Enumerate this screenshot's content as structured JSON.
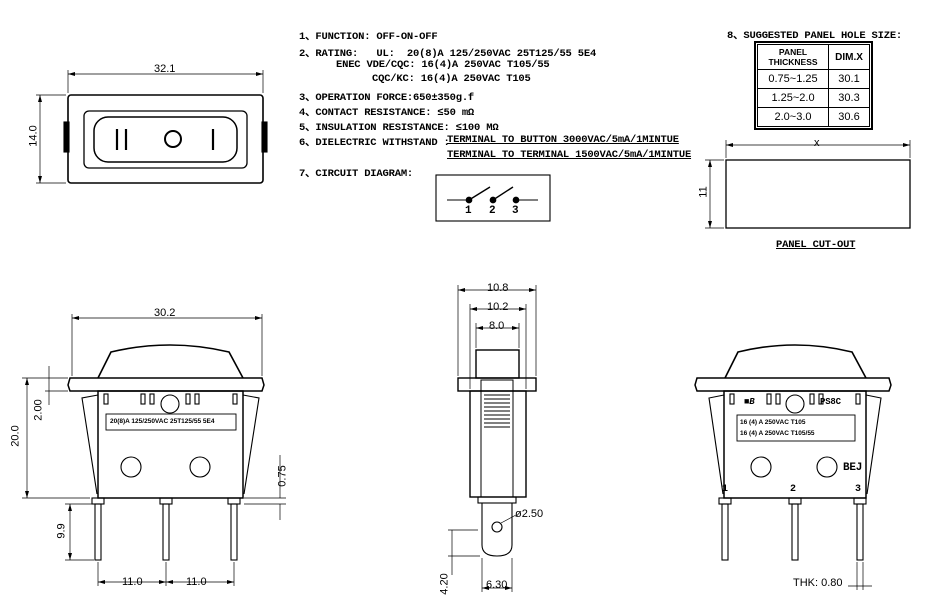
{
  "specs": {
    "function": "1、FUNCTION: OFF-ON-OFF",
    "rating_1": "2、RATING:   UL:  20(8)A 125/250VAC 25T125/55 5E4",
    "rating_2": "ENEC VDE/CQC: 16(4)A 250VAC T105/55",
    "rating_3": "CQC/KC: 16(4)A 250VAC T105",
    "operation_force": "3、OPERATION FORCE:650±350g.f",
    "contact_resistance": "4、CONTACT RESISTANCE: ≤50 mΩ",
    "insulation_resistance": "5、INSULATION RESISTANCE: ≤100 MΩ",
    "dielectric_label": "6、DIELECTRIC WITHSTAND :",
    "dielectric_1": "TERMINAL TO BUTTON 3000VAC/5mA/1MINTUE",
    "dielectric_2": "TERMINAL TO TERMINAL 1500VAC/5mA/1MINTUE",
    "circuit_label": "7、CIRCUIT DIAGRAM:"
  },
  "panel_hole": {
    "title": "8、SUGGESTED PANEL HOLE SIZE:",
    "col1": "PANEL THICKNESS",
    "col2": "DIM.X",
    "rows": [
      {
        "thickness": "0.75~1.25",
        "dim": "30.1"
      },
      {
        "thickness": "1.25~2.0",
        "dim": "30.3"
      },
      {
        "thickness": "2.0~3.0",
        "dim": "30.6"
      }
    ],
    "cutout_label": "PANEL CUT-OUT",
    "cutout_x": "x",
    "cutout_h": "11"
  },
  "circuit": {
    "t1": "1",
    "t2": "2",
    "t3": "3"
  },
  "top_view": {
    "width": "32.1",
    "height": "14.0",
    "sym_left": "I I",
    "sym_right": "I"
  },
  "front_view": {
    "width": "30.2",
    "height": "20.0",
    "upper": "2.00",
    "lead": "9.9",
    "thk": "0.75",
    "pitch1": "11.0",
    "pitch2": "11.0",
    "label": "20(8)A 125/250VAC 25T125/55 5E4"
  },
  "side_view": {
    "w1": "10.8",
    "w2": "10.2",
    "w3": "8.0",
    "hole": "ø2.50",
    "tw": "6.30",
    "th": "4.20"
  },
  "rear_view": {
    "brand": "PS8C",
    "label1": "16 (4) A 250VAC T105",
    "label2": "16 (4) A 250VAC T105/55",
    "maker": "BEJ",
    "p1": "1",
    "p2": "2",
    "p3": "3",
    "thk": "THK: 0.80"
  }
}
